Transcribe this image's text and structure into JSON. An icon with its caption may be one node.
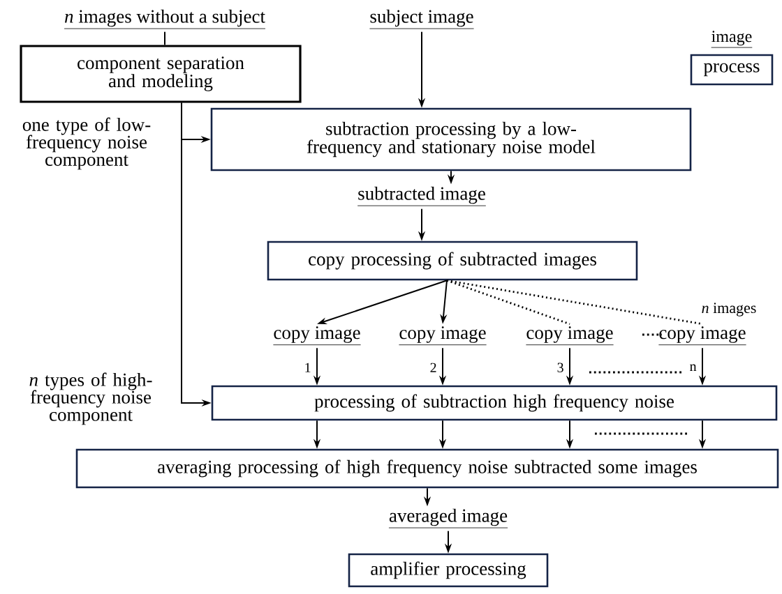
{
  "diagram": {
    "nodes": [
      {
        "text": [
          "*n* images without a subject"
        ]
      },
      {
        "text": [
          "component separation and modeling"
        ]
      },
      {
        "text": [
          "subject image"
        ]
      },
      {
        "text": [
          "subtraction processing by a low-frequency and stationary noise model"
        ]
      },
      {
        "text": [
          "subtracted image"
        ]
      },
      {
        "text": [
          "copy processing of subtracted images"
        ]
      },
      {
        "text": [
          "copy image"
        ]
      },
      {
        "text": [
          "copy image"
        ]
      },
      {
        "text": [
          "copy image"
        ]
      },
      {
        "text": [
          "copy image"
        ]
      },
      {
        "text": [
          "processing of subtraction high frequency noise"
        ]
      },
      {
        "text": [
          "averaging processing of high frequency noise subtracted some images"
        ]
      },
      {
        "text": [
          "averaged image"
        ]
      },
      {
        "text": [
          "amplifier processing"
        ]
      },
      {
        "text": [
          "process"
        ],
        "beside": [
          "image"
        ]
      }
    ],
    "edges": [
      {
        "from": 0,
        "to": 1,
        "arrow": "none"
      },
      {
        "from": 1,
        "to": 3,
        "arrow": "to",
        "label": "one type of low-frequency noise component"
      },
      {
        "from": 1,
        "to": 10,
        "arrow": "to",
        "label": "*n* types of high-frequency noise component"
      },
      {
        "from": 2,
        "to": 3,
        "arrow": "to"
      },
      {
        "from": 3,
        "to": 4,
        "arrow": "to"
      },
      {
        "from": 4,
        "to": 5,
        "arrow": "to"
      },
      {
        "from": 5,
        "to": 6,
        "arrow": "to"
      },
      {
        "from": 5,
        "to": 7,
        "arrow": "to"
      },
      {
        "from": 5,
        "to": 8,
        "arrow": "none",
        "style": "dashed"
      },
      {
        "from": 5,
        "to": 9,
        "arrow": "none",
        "style": "dashed"
      },
      {
        "from": 6,
        "to": 10,
        "arrow": "to",
        "label": "1"
      },
      {
        "from": 7,
        "to": 10,
        "arrow": "to",
        "label": "2"
      },
      {
        "from": 8,
        "to": 10,
        "arrow": "to",
        "label": "3"
      },
      {
        "from": 9,
        "to": 10,
        "arrow": "to",
        "label": "n"
      },
      {
        "from": 10,
        "to": 11,
        "arrow": "to"
      },
      {
        "from": 10,
        "to": 11,
        "arrow": "to"
      },
      {
        "from": 10,
        "to": 11,
        "arrow": "to"
      },
      {
        "from": 10,
        "to": 11,
        "arrow": "to"
      },
      {
        "from": 11,
        "to": 12,
        "arrow": "to"
      },
      {
        "from": 12,
        "to": 13,
        "arrow": "to"
      }
    ],
    "labels": [
      "*n* images"
    ]
  }
}
